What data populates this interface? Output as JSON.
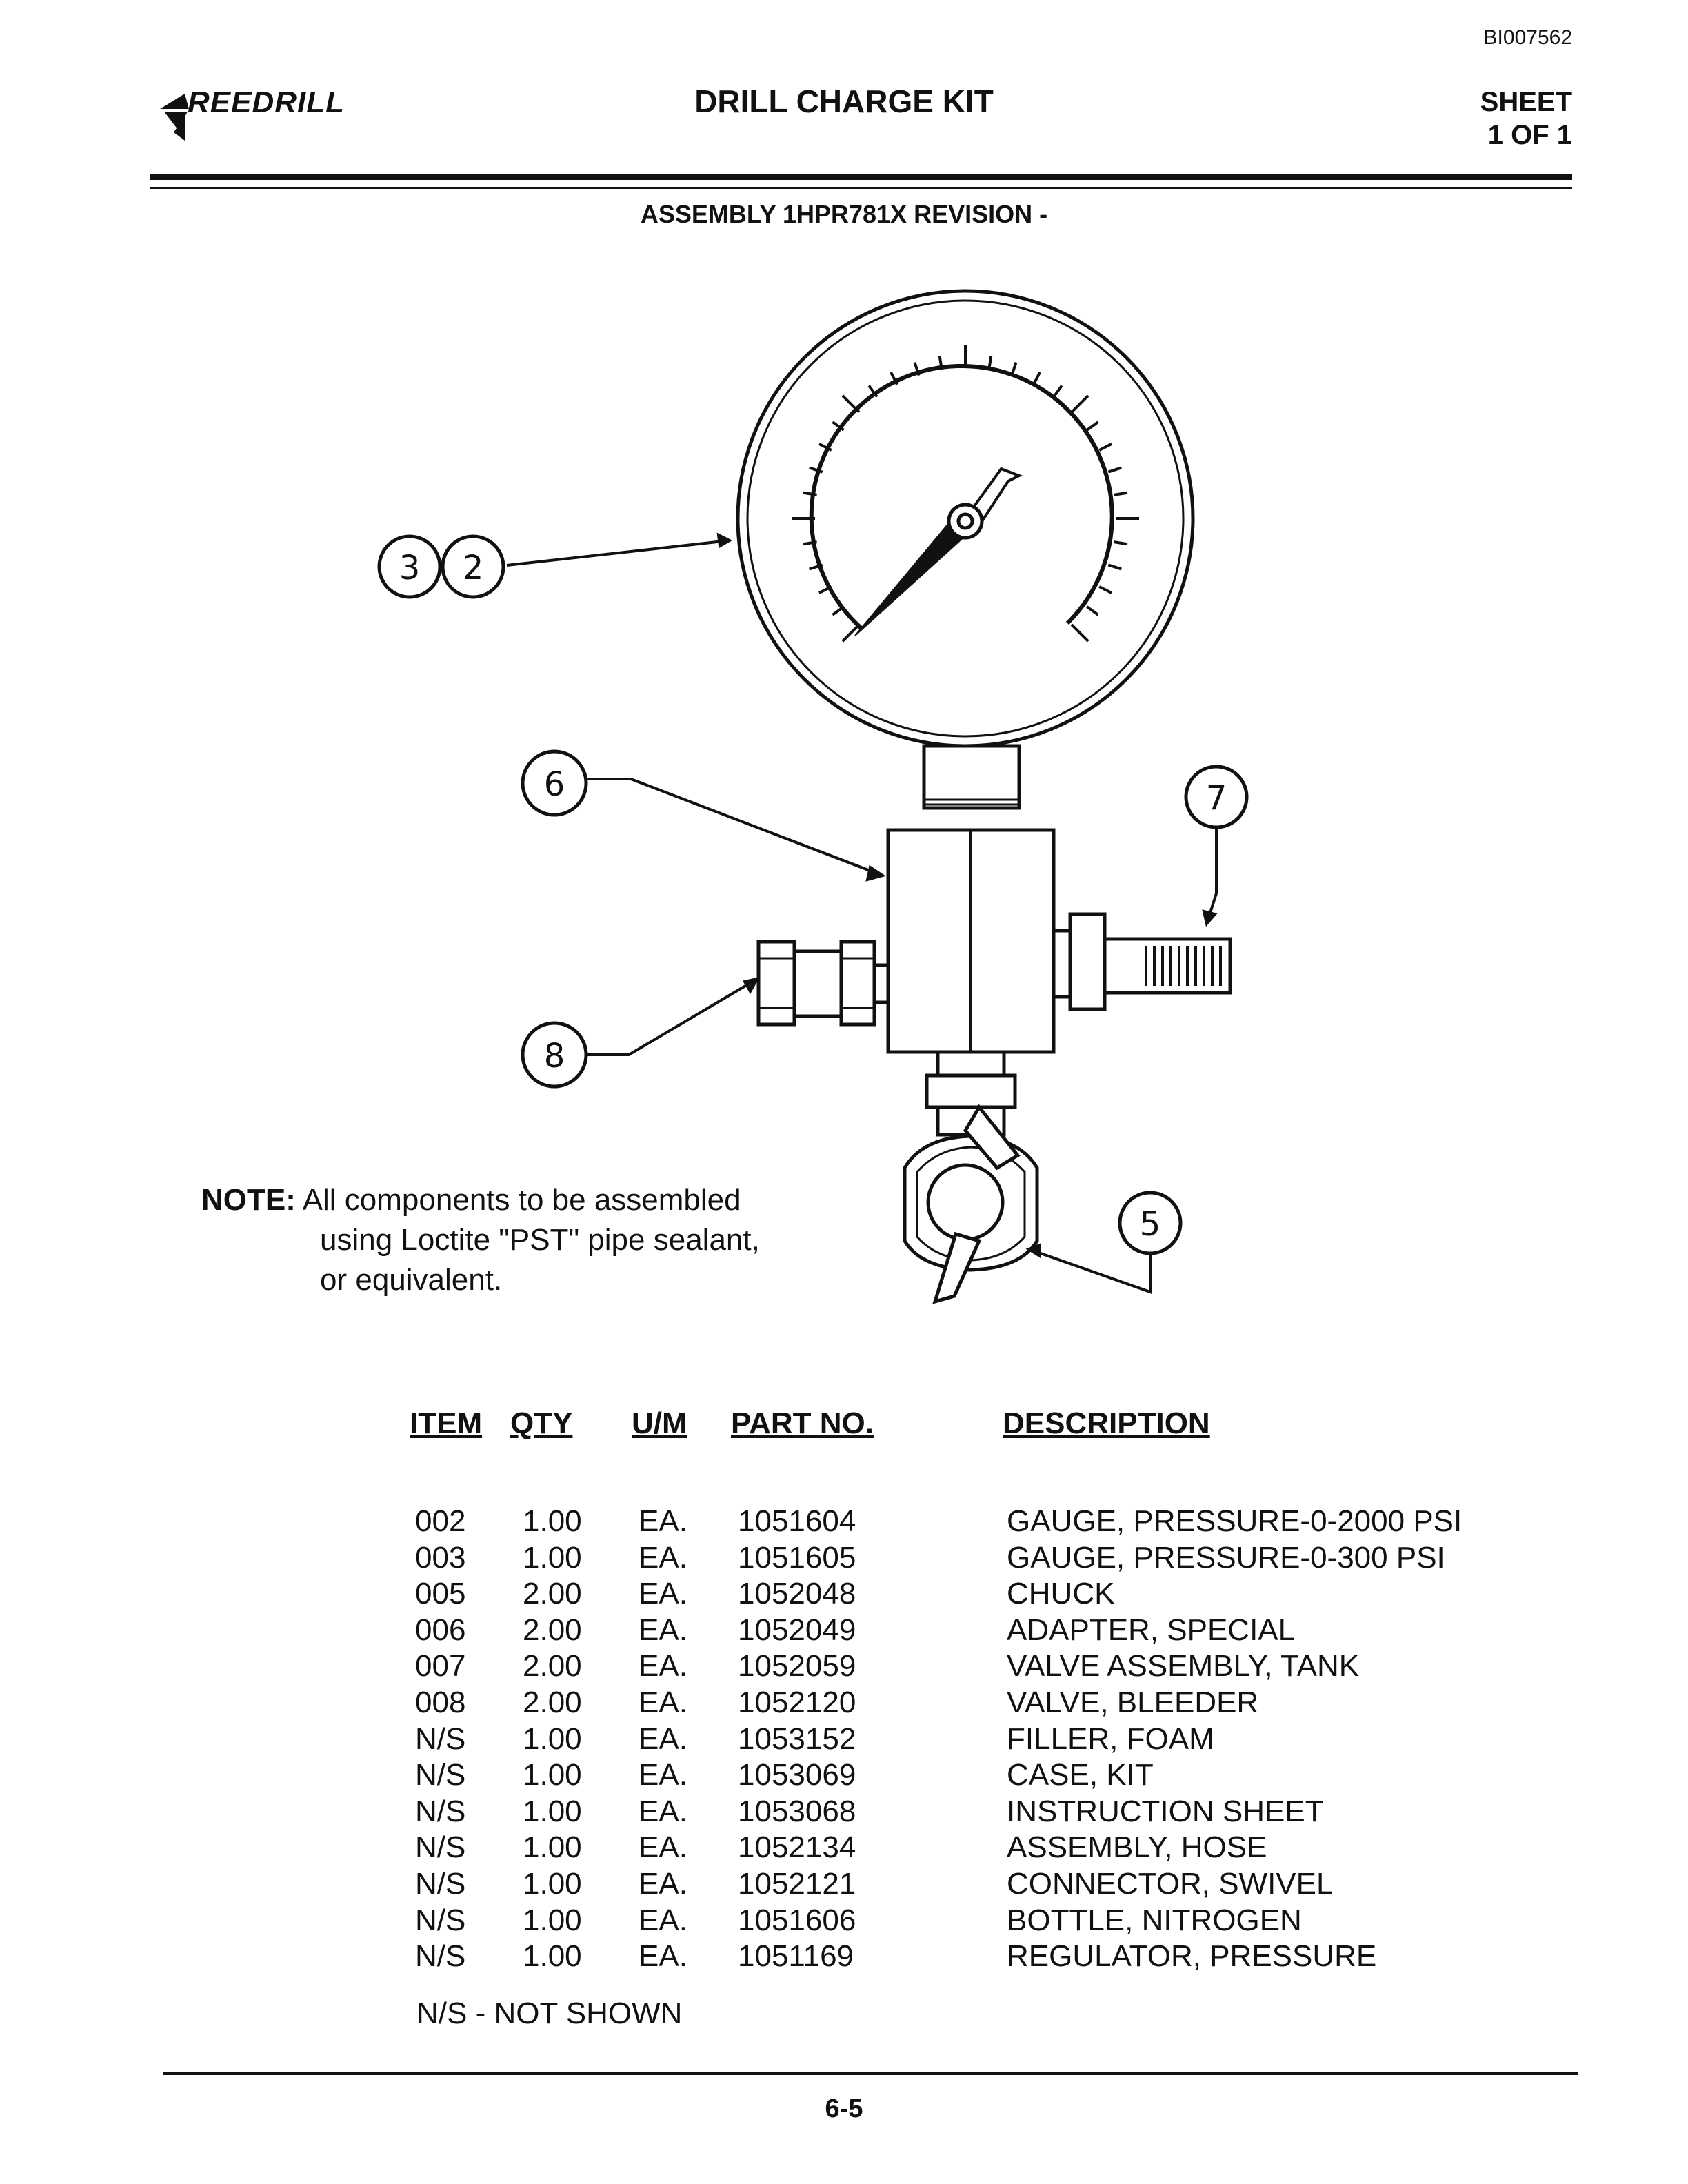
{
  "header": {
    "doc_id": "BI007562",
    "logo_text": "REEDRILL",
    "title": "DRILL CHARGE KIT",
    "sheet_label": "SHEET",
    "sheet_value": "1 OF 1",
    "assembly": "ASSEMBLY 1HPR781X REVISION -"
  },
  "callouts": [
    "3",
    "2",
    "6",
    "7",
    "8",
    "5"
  ],
  "note": {
    "label": "NOTE:",
    "lines": [
      "All components to be assembled",
      "using Loctite \"PST\" pipe sealant,",
      "or equivalent."
    ]
  },
  "parts_table": {
    "headers": {
      "item": "ITEM",
      "qty": "QTY",
      "um": "U/M",
      "part": "PART NO.",
      "desc": "DESCRIPTION"
    },
    "rows": [
      {
        "item": "002",
        "qty": "1.00",
        "um": "EA.",
        "part": "1051604",
        "desc": "GAUGE, PRESSURE-0-2000 PSI"
      },
      {
        "item": "003",
        "qty": "1.00",
        "um": "EA.",
        "part": "1051605",
        "desc": "GAUGE, PRESSURE-0-300 PSI"
      },
      {
        "item": "005",
        "qty": "2.00",
        "um": "EA.",
        "part": "1052048",
        "desc": "CHUCK"
      },
      {
        "item": "006",
        "qty": "2.00",
        "um": "EA.",
        "part": "1052049",
        "desc": "ADAPTER, SPECIAL"
      },
      {
        "item": "007",
        "qty": "2.00",
        "um": "EA.",
        "part": "1052059",
        "desc": "VALVE ASSEMBLY, TANK"
      },
      {
        "item": "008",
        "qty": "2.00",
        "um": "EA.",
        "part": "1052120",
        "desc": "VALVE,  BLEEDER"
      },
      {
        "item": "N/S",
        "qty": "1.00",
        "um": "EA.",
        "part": "1053152",
        "desc": "FILLER, FOAM"
      },
      {
        "item": "N/S",
        "qty": "1.00",
        "um": "EA.",
        "part": "1053069",
        "desc": "CASE, KIT"
      },
      {
        "item": "N/S",
        "qty": "1.00",
        "um": "EA.",
        "part": "1053068",
        "desc": "INSTRUCTION SHEET"
      },
      {
        "item": "N/S",
        "qty": "1.00",
        "um": "EA.",
        "part": "1052134",
        "desc": "ASSEMBLY, HOSE"
      },
      {
        "item": "N/S",
        "qty": "1.00",
        "um": "EA.",
        "part": "1052121",
        "desc": "CONNECTOR, SWIVEL"
      },
      {
        "item": "N/S",
        "qty": "1.00",
        "um": "EA.",
        "part": "1051606",
        "desc": "BOTTLE, NITROGEN"
      },
      {
        "item": "N/S",
        "qty": "1.00",
        "um": "EA.",
        "part": "1051169",
        "desc": "REGULATOR, PRESSURE"
      }
    ]
  },
  "footnote": "N/S - NOT SHOWN",
  "page_number": "6-5"
}
